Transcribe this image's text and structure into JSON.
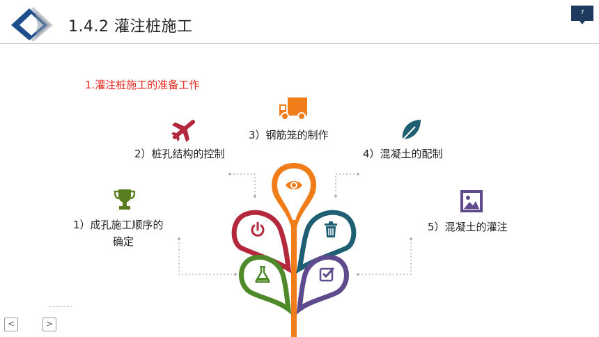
{
  "header": {
    "title": "1.4.2  灌注桩施工",
    "page_number": "7"
  },
  "section": {
    "subtitle": "1.灌注桩施工的准备工作"
  },
  "items": [
    {
      "label": "1）成孔施工顺序的",
      "label2": "确定",
      "icon": "trophy-icon",
      "color": "#5a7e1f"
    },
    {
      "label": "2）桩孔结构的控制",
      "icon": "airplane-icon",
      "color": "#b3283c"
    },
    {
      "label": "3）钢筋笼的制作",
      "icon": "truck-icon",
      "color": "#f07d1a"
    },
    {
      "label": "4）混凝土的配制",
      "icon": "leaf-icon",
      "color": "#1f5f73"
    },
    {
      "label": "5）混凝土的灌注",
      "icon": "image-icon",
      "color": "#5e4a8c"
    }
  ],
  "petals": [
    {
      "icon": "eye-icon",
      "color": "#f07d1a"
    },
    {
      "icon": "power-icon",
      "color": "#b3283c"
    },
    {
      "icon": "trash-icon",
      "color": "#1f5f73"
    },
    {
      "icon": "flask-icon",
      "color": "#4e8a2a"
    },
    {
      "icon": "check-square-icon",
      "color": "#5e4a8c"
    }
  ],
  "nav": {
    "prev": "<",
    "next": ">"
  }
}
